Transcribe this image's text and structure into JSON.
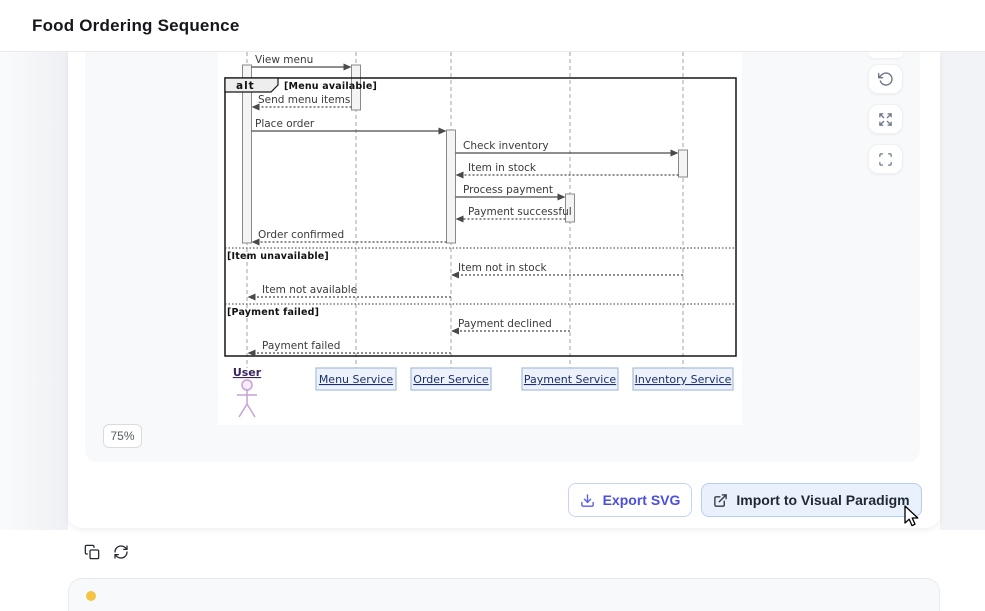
{
  "header": {
    "title": "Food Ordering Sequence"
  },
  "preview": {
    "zoom_label": "75%",
    "controls": [
      {
        "name": "reset-view",
        "icon": "rotate-ccw-icon"
      },
      {
        "name": "zoom-to-fit",
        "icon": "expand-arrows-icon"
      },
      {
        "name": "fullscreen",
        "icon": "fullscreen-corners-icon"
      }
    ]
  },
  "diagram": {
    "participants": [
      {
        "name": "User",
        "type": "actor"
      },
      {
        "name": "Menu Service",
        "type": "participant"
      },
      {
        "name": "Order Service",
        "type": "participant"
      },
      {
        "name": "Payment Service",
        "type": "participant"
      },
      {
        "name": "Inventory Service",
        "type": "participant"
      }
    ],
    "frame": {
      "operator": "alt",
      "guards": [
        "[Menu available]",
        "[Item unavailable]",
        "[Payment failed]"
      ]
    },
    "messages": [
      {
        "label": "View menu",
        "from": "User",
        "to": "Menu Service",
        "style": "solid"
      },
      {
        "label": "Send menu items",
        "from": "Menu Service",
        "to": "User",
        "style": "dashed"
      },
      {
        "label": "Place order",
        "from": "User",
        "to": "Order Service",
        "style": "solid"
      },
      {
        "label": "Check inventory",
        "from": "Order Service",
        "to": "Inventory Service",
        "style": "solid"
      },
      {
        "label": "Item in stock",
        "from": "Inventory Service",
        "to": "Order Service",
        "style": "dashed"
      },
      {
        "label": "Process payment",
        "from": "Order Service",
        "to": "Payment Service",
        "style": "solid"
      },
      {
        "label": "Payment successful",
        "from": "Payment Service",
        "to": "Order Service",
        "style": "dashed"
      },
      {
        "label": "Order confirmed",
        "from": "Order Service",
        "to": "User",
        "style": "dashed"
      },
      {
        "label": "Item not in stock",
        "from": "Inventory Service",
        "to": "Order Service",
        "style": "dashed"
      },
      {
        "label": "Item not available",
        "from": "Order Service",
        "to": "User",
        "style": "dashed"
      },
      {
        "label": "Payment declined",
        "from": "Payment Service",
        "to": "Order Service",
        "style": "dashed"
      },
      {
        "label": "Payment failed",
        "from": "Order Service",
        "to": "User",
        "style": "dashed"
      }
    ]
  },
  "actions": {
    "export": {
      "label": "Export SVG",
      "icon": "download-icon"
    },
    "import": {
      "label": "Import to Visual Paradigm",
      "icon": "external-link-icon"
    }
  },
  "message_toolbar": {
    "icons": [
      "copy-icon",
      "refresh-icon"
    ]
  },
  "colors": {
    "accent_indigo": "#4a4fe0",
    "import_button_bg": "#e9f1fc",
    "import_button_border": "#b7cdf2",
    "participant_fill": "#edf2fa",
    "participant_border": "#a6bedd",
    "participant_text": "#1b2f6e",
    "actor_stroke": "#c6a1d9",
    "panel_bg": "#f8f9fb"
  }
}
